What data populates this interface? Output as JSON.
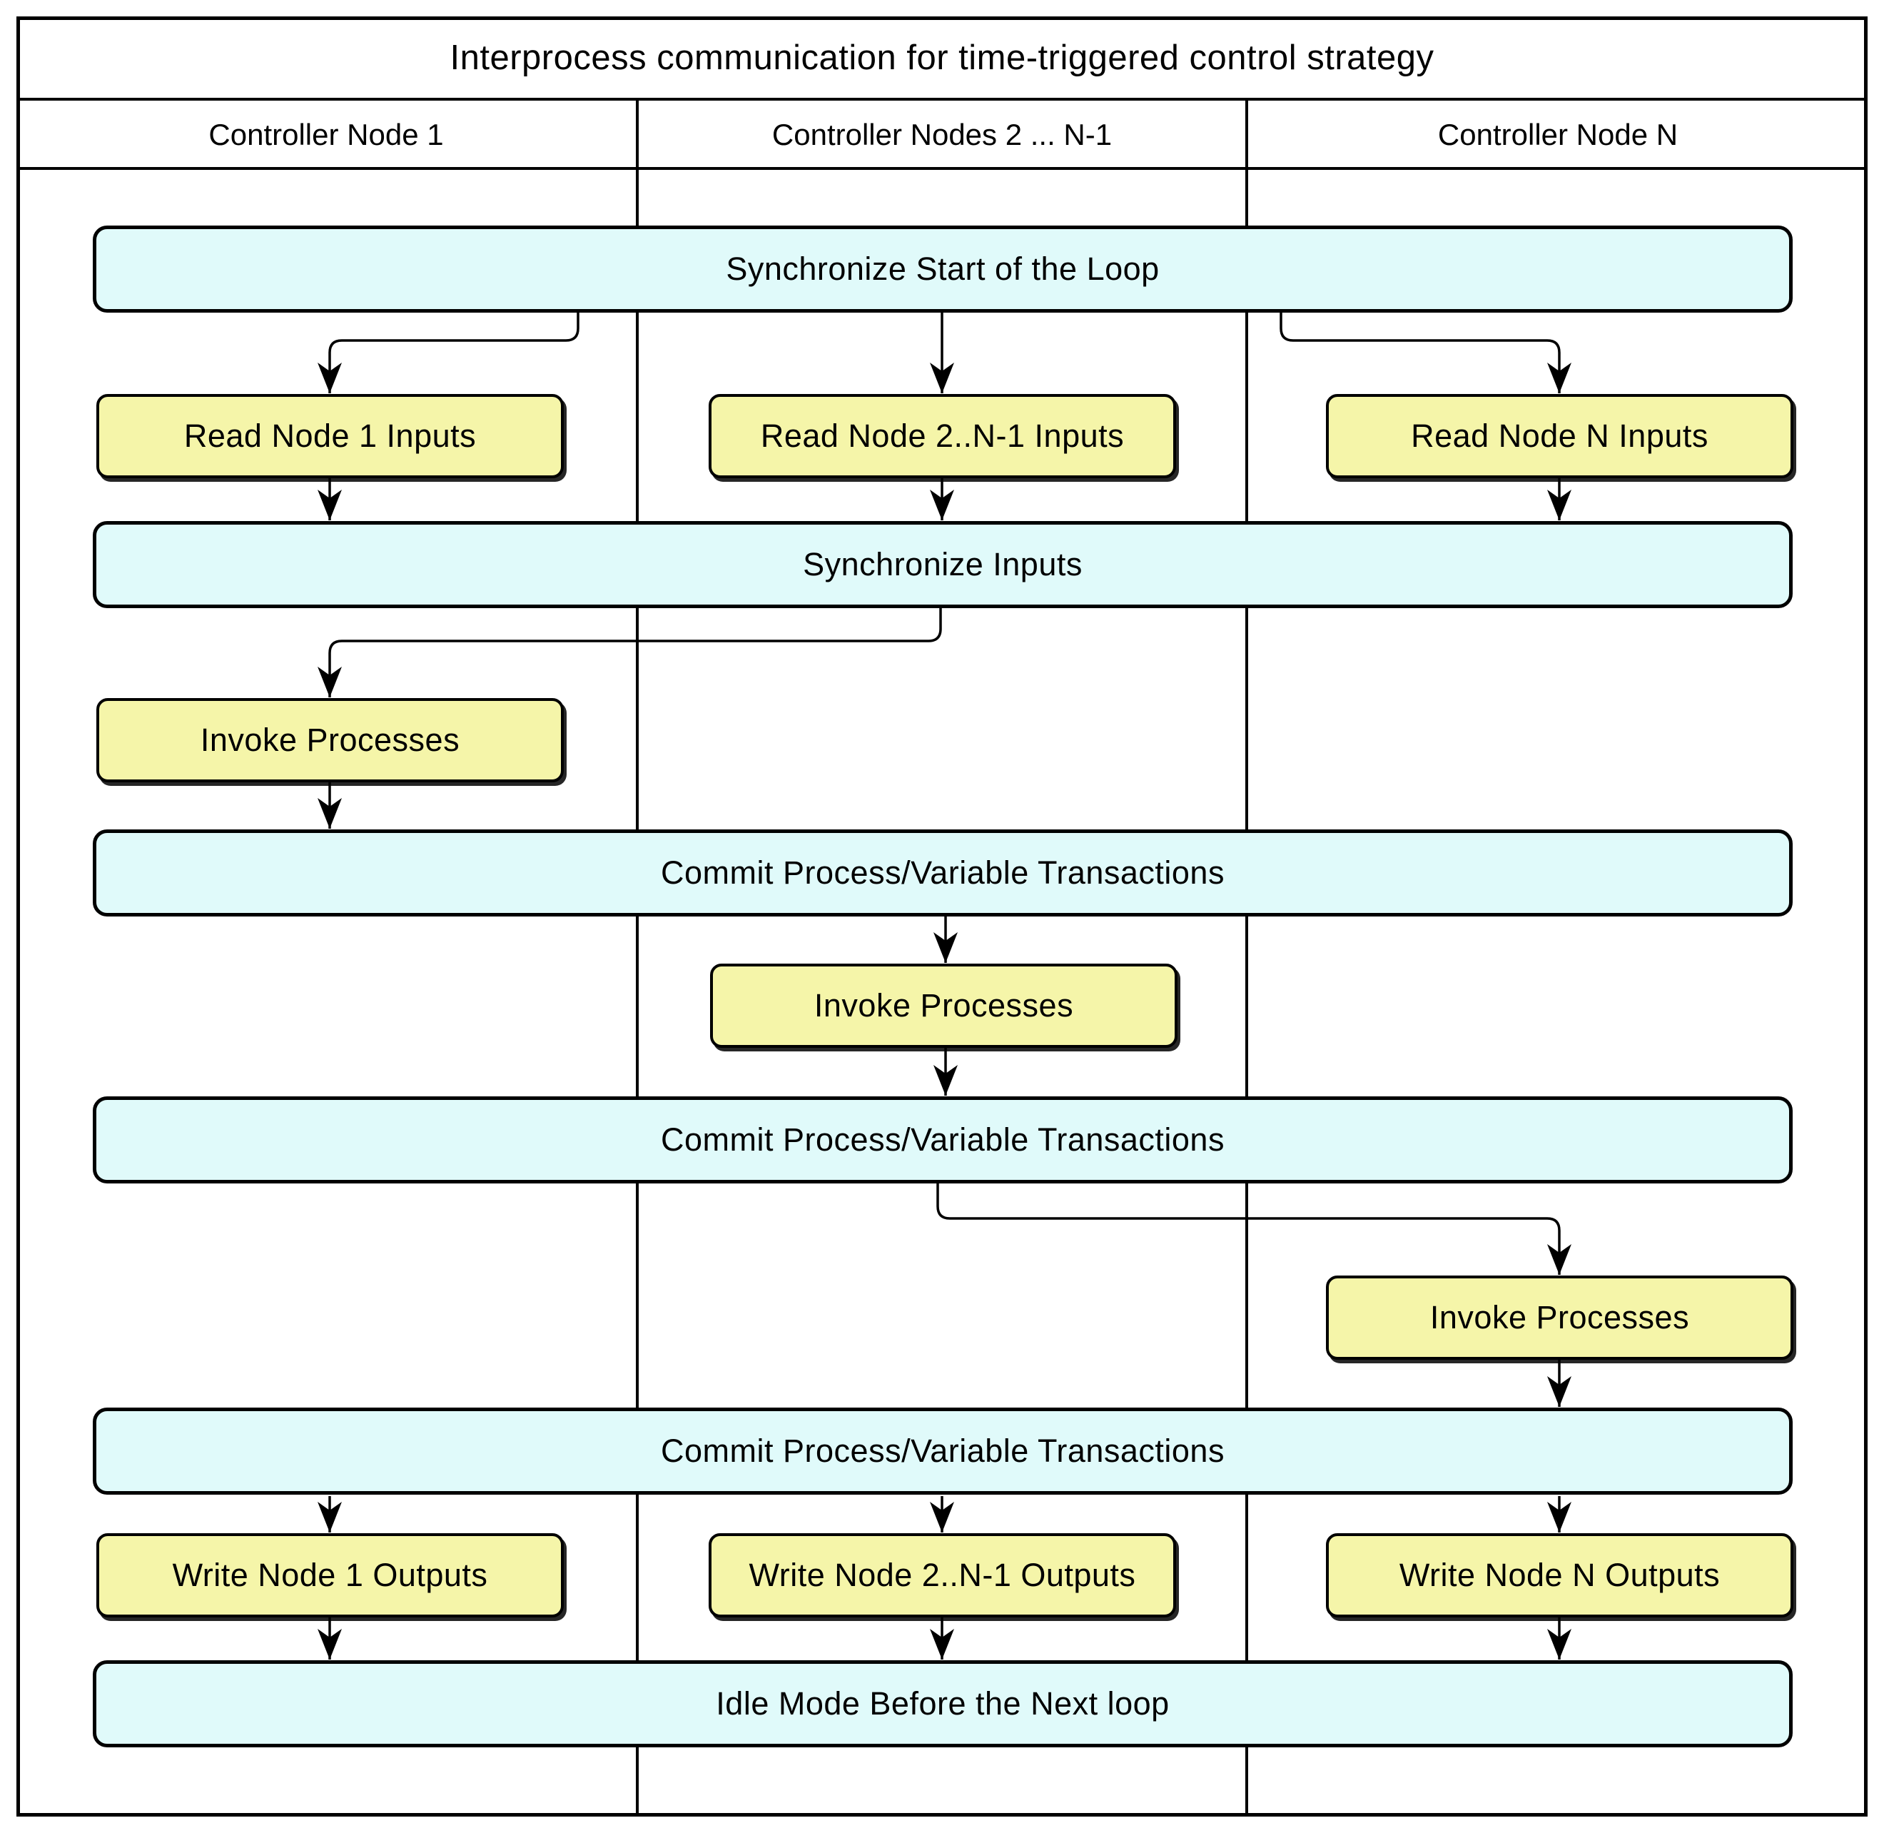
{
  "title": "Interprocess communication for time-triggered control strategy",
  "headers": {
    "col1": "Controller Node 1",
    "col2": "Controller Nodes 2 ... N-1",
    "col3": "Controller Node N"
  },
  "bars": {
    "sync_start": "Synchronize Start of  the Loop",
    "sync_inputs": "Synchronize Inputs",
    "commit1": "Commit Process/Variable Transactions",
    "commit2": "Commit Process/Variable Transactions",
    "commit3": "Commit Process/Variable Transactions",
    "idle": "Idle Mode Before the Next loop"
  },
  "boxes": {
    "read1": "Read Node 1 Inputs",
    "read2": "Read Node 2..N-1 Inputs",
    "read3": "Read Node N Inputs",
    "invoke1": "Invoke Processes",
    "invoke2": "Invoke Processes",
    "invoke3": "Invoke Processes",
    "write1": "Write Node 1 Outputs",
    "write2": "Write Node 2..N-1 Outputs",
    "write3": "Write Node N Outputs"
  },
  "colors": {
    "sync_bar_fill": "#e0fafa",
    "process_box_fill": "#f5f5a9",
    "line": "#000000",
    "background": "#ffffff"
  }
}
